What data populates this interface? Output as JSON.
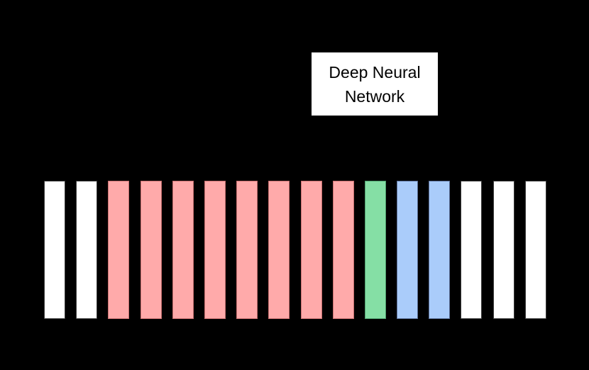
{
  "diagram": {
    "title_box": {
      "line1": "Deep Neural",
      "line2": "Network"
    },
    "colors": {
      "background": "#000000",
      "box_fill": "#ffffff",
      "box_text": "#000000",
      "bar_fills": {
        "white": "#ffffff",
        "pink": "#ffaaaa",
        "green": "#85dfa5",
        "blue": "#aaccfa"
      },
      "bar_borders": {
        "white": "#3c3c3c",
        "pink": "#c76f6f",
        "green": "#4e9e6e",
        "blue": "#5a6e96"
      }
    },
    "bars": [
      "white",
      "white",
      "pink",
      "pink",
      "pink",
      "pink",
      "pink",
      "pink",
      "pink",
      "pink",
      "green",
      "blue",
      "blue",
      "white",
      "white",
      "white"
    ]
  }
}
